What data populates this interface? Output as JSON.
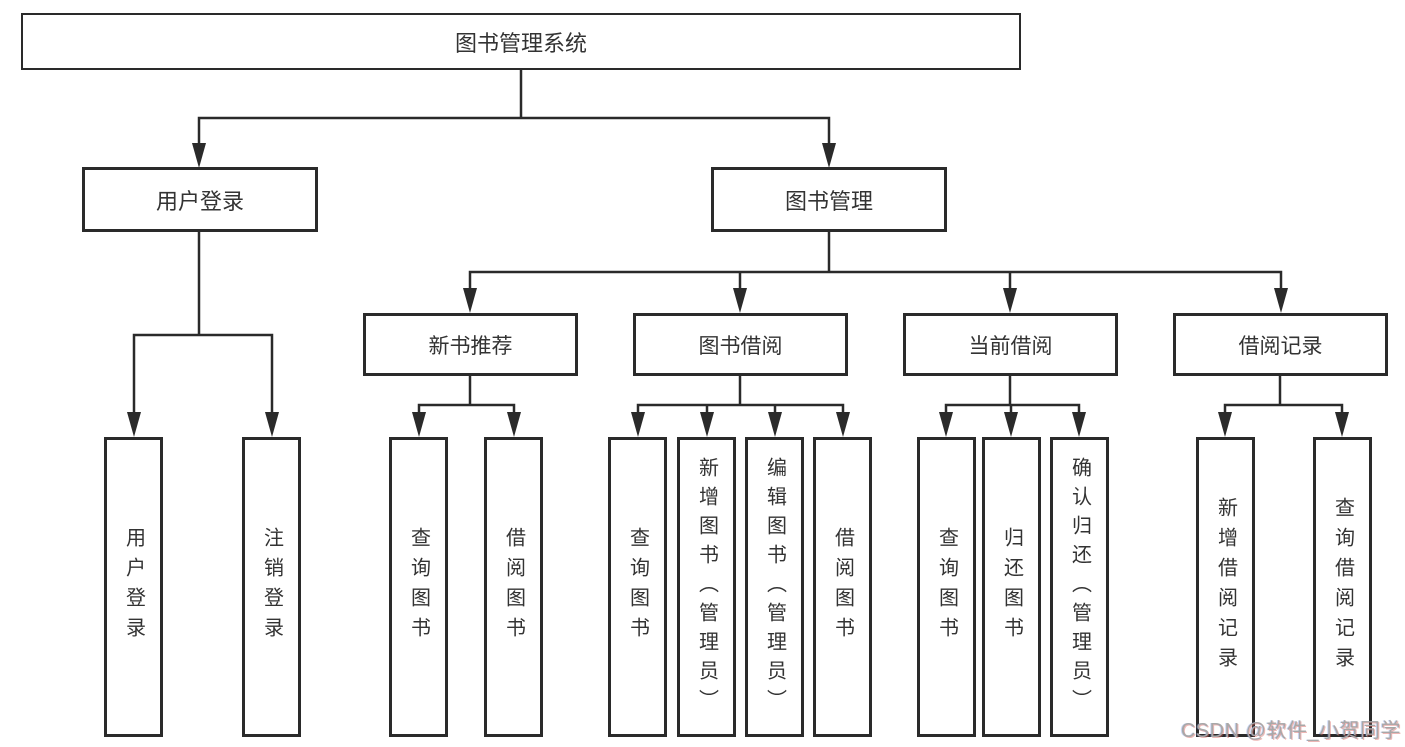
{
  "diagram": {
    "root": {
      "label": "图书管理系统"
    },
    "branches": [
      {
        "label": "用户登录",
        "children": [
          {
            "label": "用户登录"
          },
          {
            "label": "注销登录"
          }
        ]
      },
      {
        "label": "图书管理",
        "children": [
          {
            "label": "新书推荐",
            "children": [
              {
                "label": "查询图书"
              },
              {
                "label": "借阅图书"
              }
            ]
          },
          {
            "label": "图书借阅",
            "children": [
              {
                "label": "查询图书"
              },
              {
                "label": "新增图书（管理员）"
              },
              {
                "label": "编辑图书（管理员）"
              },
              {
                "label": "借阅图书"
              }
            ]
          },
          {
            "label": "当前借阅",
            "children": [
              {
                "label": "查询图书"
              },
              {
                "label": "归还图书"
              },
              {
                "label": "确认归还（管理员）"
              }
            ]
          },
          {
            "label": "借阅记录",
            "children": [
              {
                "label": "新增借阅记录"
              },
              {
                "label": "查询借阅记录"
              }
            ]
          }
        ]
      }
    ]
  },
  "watermark": {
    "text": "CSDN @软件_小贺同学"
  },
  "colors": {
    "line": "#2a2a2a",
    "box_border": "#2a2a2a",
    "box_background": "#ffffff",
    "text": "#333333",
    "watermark": "#a8a8a8"
  }
}
